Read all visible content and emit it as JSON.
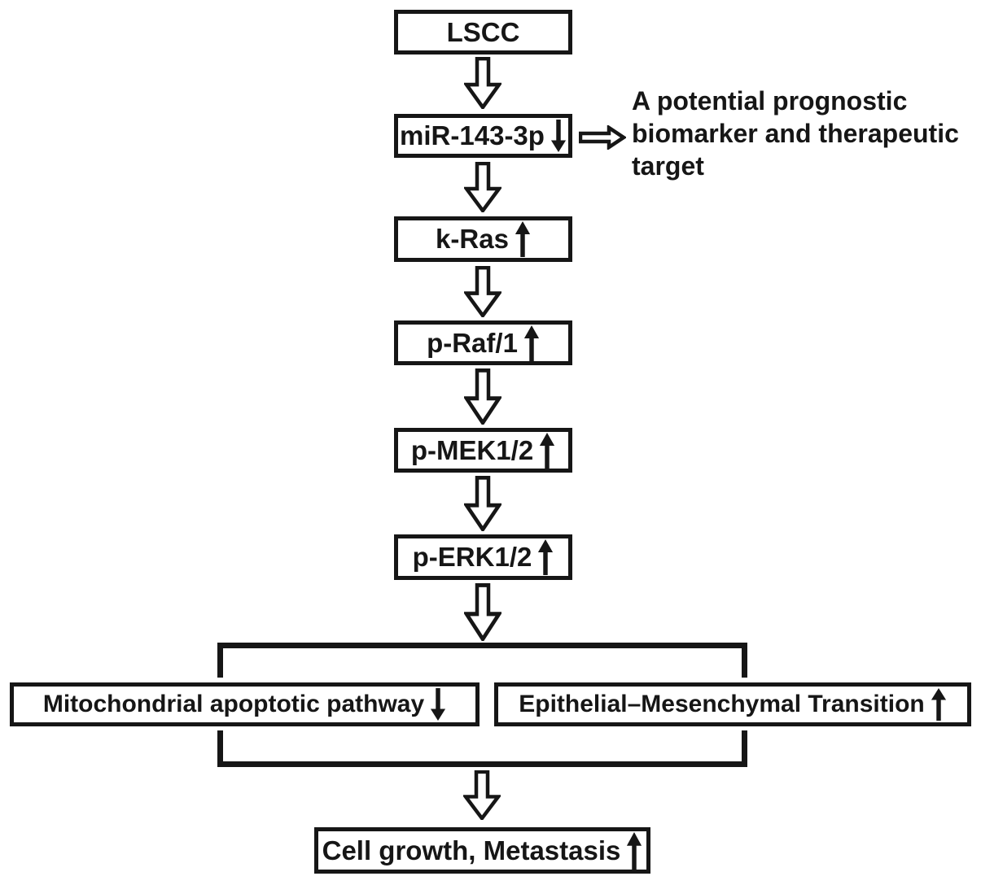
{
  "colors": {
    "ink": "#161616",
    "background": "#ffffff"
  },
  "nodes": {
    "lscc": {
      "label": "LSCC",
      "trend": null
    },
    "mir": {
      "label": "miR-143-3p",
      "trend": "down"
    },
    "kras": {
      "label": "k-Ras",
      "trend": "up"
    },
    "praf": {
      "label": "p-Raf/1",
      "trend": "up"
    },
    "pmek": {
      "label": "p-MEK1/2",
      "trend": "up"
    },
    "perk": {
      "label": "p-ERK1/2",
      "trend": "up"
    },
    "mito": {
      "label": "Mitochondrial apoptotic pathway",
      "trend": "down"
    },
    "emt": {
      "label": "Epithelial–Mesenchymal Transition",
      "trend": "up"
    },
    "growth": {
      "label": "Cell growth, Metastasis",
      "trend": "up"
    }
  },
  "annotation": {
    "lines": [
      "A potential prognostic",
      "biomarker and therapeutic",
      "target"
    ]
  },
  "icons": {
    "flow_down_arrow": "⇓",
    "flow_right_arrow": "⇒",
    "trend_up": "↑",
    "trend_down": "↓"
  },
  "flow": [
    "LSCC → miR-143-3p",
    "miR-143-3p → k-Ras",
    "k-Ras → p-Raf/1",
    "p-Raf/1 → p-MEK1/2",
    "p-MEK1/2 → p-ERK1/2",
    "p-ERK1/2 → (Mitochondrial apoptotic pathway + Epithelial–Mesenchymal Transition)",
    "(branch) → Cell growth, Metastasis",
    "miR-143-3p → A potential prognostic biomarker and therapeutic target"
  ]
}
